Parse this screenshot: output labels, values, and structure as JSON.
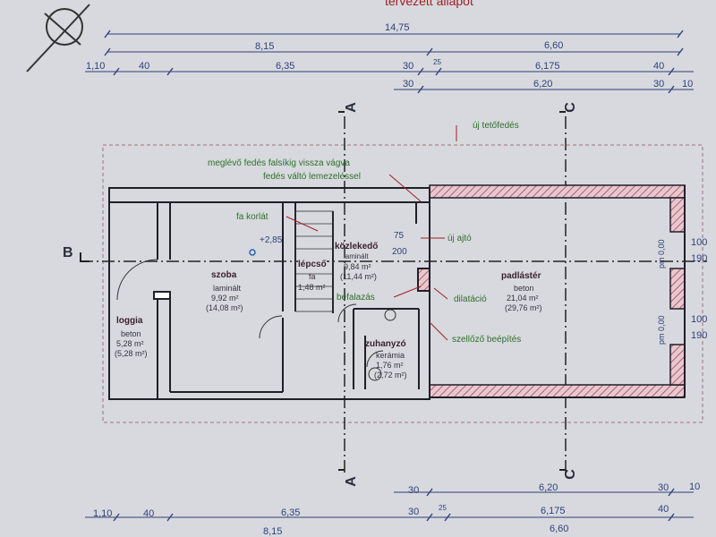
{
  "header": {
    "title": "tervezett állapot"
  },
  "dimensions": {
    "top_row1": [
      "14,75"
    ],
    "top_row2": [
      "8,15",
      "6,60"
    ],
    "top_row3": [
      "1,10",
      "40",
      "6,35",
      "30",
      "25",
      "6,175",
      "40"
    ],
    "top_row4": [
      "30",
      "6,20",
      "30",
      "10"
    ],
    "bottom_row1": [
      "30",
      "6,20",
      "30",
      "10"
    ],
    "bottom_row2": [
      "1,10",
      "40",
      "6,35",
      "30",
      "25",
      "6,175",
      "40"
    ],
    "bottom_row3": [
      "8,15",
      "6,60"
    ],
    "right": [
      "100",
      "190",
      "100",
      "190"
    ],
    "right_vertical": [
      "pm 0,00",
      "pm 0,00"
    ]
  },
  "axes": {
    "a": "A",
    "b": "B",
    "c": "C"
  },
  "annotations": {
    "roof": "új tetőfedés",
    "existing_roof_line1": "meglévő fedés falsíkig vissza vágva",
    "existing_roof_line2": "fedés váltó lemezeléssel",
    "railing": "fa korlát",
    "new_door": "új ajtó",
    "door_w": "75",
    "door_h": "200",
    "walling": "befalazás",
    "dilation": "dilatáció",
    "vent": "szellőző beépítés",
    "level": "+2,85"
  },
  "rooms": {
    "loggia": {
      "name": "loggia",
      "material": "beton",
      "area": "5,28 m²",
      "area2": "(5,28 m²)"
    },
    "szoba": {
      "name": "szoba",
      "material": "laminált",
      "area": "9,92 m²",
      "area2": "(14,08 m²)"
    },
    "lepcso": {
      "name": "lépcső",
      "material": "fa",
      "area": "1,48 m²"
    },
    "kozlekedo": {
      "name": "közlekedő",
      "material": "laminált",
      "area": "9,84 m²",
      "area2": "(11,44 m²)"
    },
    "zuhanyzo": {
      "name": "zuhanyzó",
      "material": "kerámia",
      "area": "1,76 m²",
      "area2": "(2,72 m²)"
    },
    "padlaster": {
      "name": "padlástér",
      "material": "beton",
      "area": "21,04 m²",
      "area2": "(29,76 m²)"
    }
  },
  "colors": {
    "dimension": "#2f3f7a",
    "note": "#2f6f2a",
    "wall": "#1f1f28",
    "hatch": "#b06070"
  }
}
